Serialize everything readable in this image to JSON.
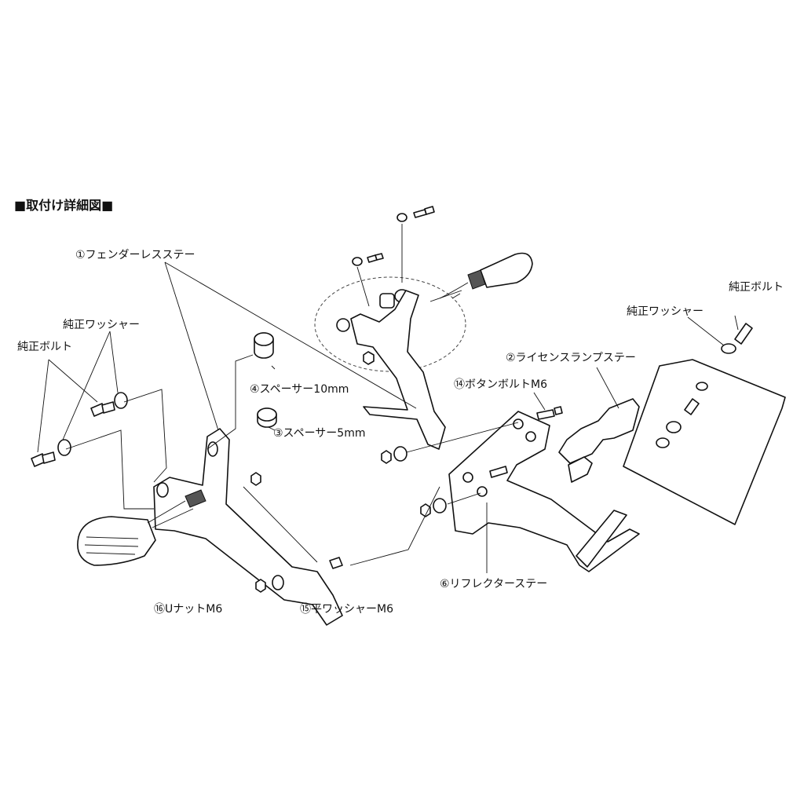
{
  "title": "■取付け詳細図■",
  "labels": {
    "fender_stay": "①フェンダーレスステー",
    "license_lamp_stay": "②ライセンスランプステー",
    "spacer_5": "③スペーサー5mm",
    "spacer_10": "④スペーサー10mm",
    "reflector_stay": "⑥リフレクターステー",
    "button_bolt": "⑭ボタンボルトM6",
    "flat_washer": "⑮平ワッシャーM6",
    "u_nut": "⑯UナットM6",
    "oem_washer_left": "純正ワッシャー",
    "oem_bolt_left": "純正ボルト",
    "oem_washer_right": "純正ワッシャー",
    "oem_bolt_right": "純正ボルト"
  }
}
